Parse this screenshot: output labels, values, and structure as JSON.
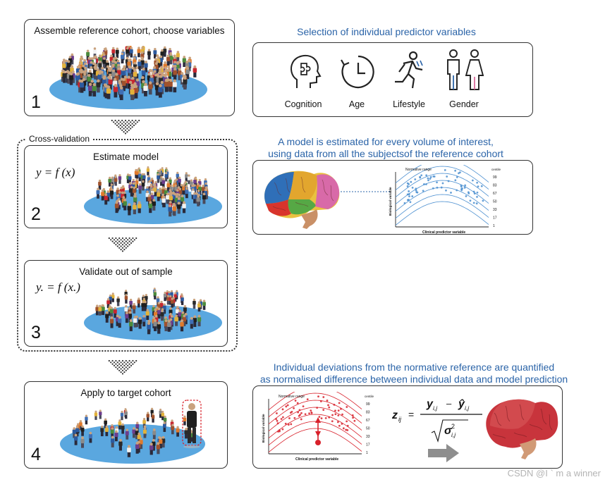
{
  "steps": [
    {
      "number": "1",
      "title": "Assemble reference cohort, choose variables",
      "formula": ""
    },
    {
      "number": "2",
      "title": "Estimate model",
      "formula": "y = f (x)"
    },
    {
      "number": "3",
      "title": "Validate out of sample",
      "formula": "y. = f (x.)"
    },
    {
      "number": "4",
      "title": "Apply to target cohort",
      "formula": ""
    }
  ],
  "cross_validation_label": "Cross-validation",
  "predictors": {
    "heading": "Selection of individual predictor variables",
    "items": [
      {
        "label": "Cognition",
        "icon": "head-puzzle-icon"
      },
      {
        "label": "Age",
        "icon": "clock-icon"
      },
      {
        "label": "Lifestyle",
        "icon": "runner-icon"
      },
      {
        "label": "Gender",
        "icon": "gender-icon"
      }
    ]
  },
  "model": {
    "heading_line1": "A model is estimated for every volume of interest,",
    "heading_line2": "using data from all the subjectsof the reference cohort",
    "plot_title": "Normative range",
    "xlabel": "Clinical predictor variable",
    "ylabel": "Biological variable",
    "centile_label": "centile",
    "centiles": [
      "99",
      "83",
      "67",
      "50",
      "33",
      "17",
      "1"
    ]
  },
  "deviation": {
    "heading_line1": "Individual deviations from the normative reference are quantified",
    "heading_line2": "as normalised difference between individual data and model prediction",
    "plot_title": "Normative range",
    "xlabel": "Clinical predictor variable",
    "ylabel": "Biological variable",
    "centile_label": "centile",
    "centiles": [
      "99",
      "83",
      "67",
      "50",
      "33",
      "17",
      "1"
    ],
    "z_formula": {
      "lhs": "z",
      "lhs_sub": "ij",
      "num_a": "y",
      "num_a_sub": "i,j",
      "minus": "–",
      "num_b": "ŷ",
      "num_b_sub": "i,j",
      "den": "σ",
      "den_sup": "2",
      "den_sub": "i,j"
    }
  },
  "colors": {
    "accent_blue": "#2b64a8",
    "ellipse_blue": "#5aa7df",
    "red": "#d8202a",
    "gray_arrow": "#8e8e8e"
  },
  "watermark": "CSDN @I ` m a winner"
}
